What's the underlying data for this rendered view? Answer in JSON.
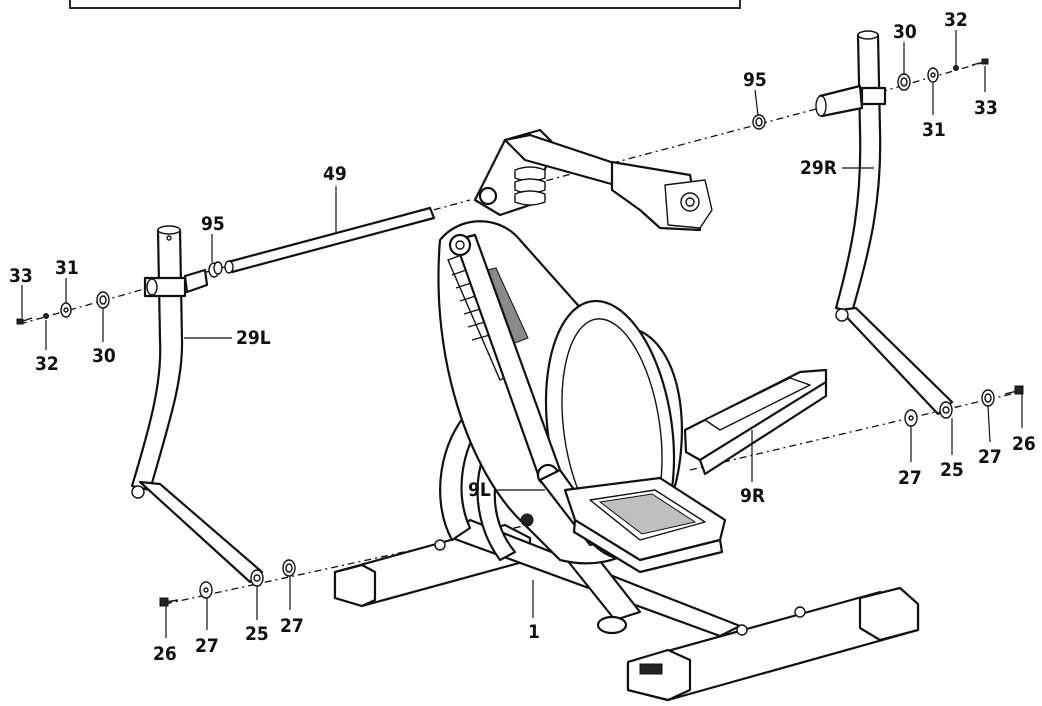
{
  "diagram": {
    "callouts": {
      "c49": "49",
      "c95_left": "95",
      "c95_right": "95",
      "c33_left": "33",
      "c31_left": "31",
      "c32_left": "32",
      "c30_left": "30",
      "c29L": "29L",
      "c30_right": "30",
      "c32_right": "32",
      "c31_right": "31",
      "c33_right": "33",
      "c29R": "29R",
      "c9L": "9L",
      "c9R": "9R",
      "c1": "1",
      "c26_left": "26",
      "c27_left_a": "27",
      "c25_left": "25",
      "c27_left_b": "27",
      "c27_right_a": "27",
      "c25_right": "25",
      "c27_right_b": "27",
      "c26_right": "26"
    }
  }
}
